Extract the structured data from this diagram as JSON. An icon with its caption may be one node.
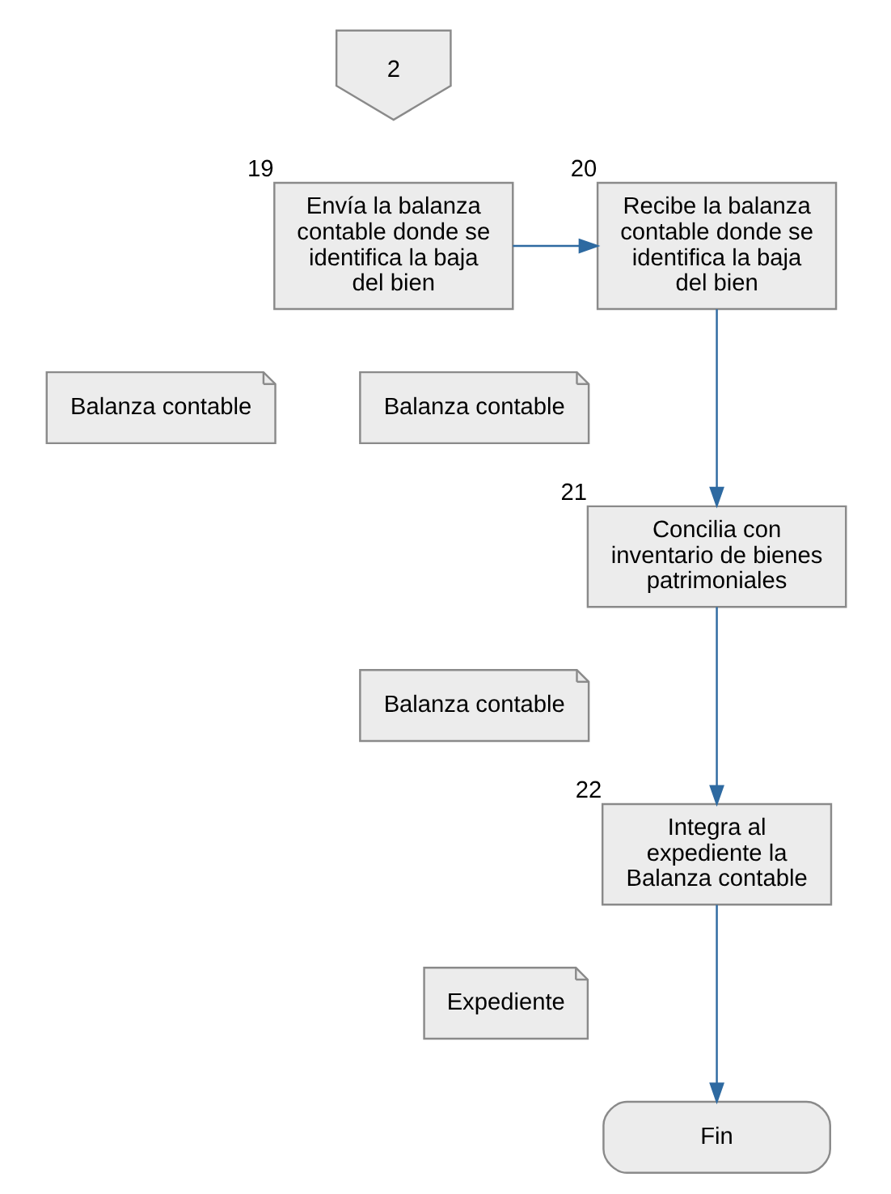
{
  "diagram": {
    "nodes": [
      {
        "text": [
          "2"
        ]
      },
      {
        "text": [
          "Envía la balanza contable donde se identifica la baja del bien"
        ],
        "beside": [
          "19"
        ]
      },
      {
        "text": [
          "Balanza contable"
        ]
      },
      {
        "text": [
          "Recibe la balanza contable donde se identifica la baja del bien"
        ],
        "beside": [
          "20"
        ]
      },
      {
        "text": [
          "Balanza contable"
        ]
      },
      {
        "text": [
          "Concilia con inventario de bienes patrimoniales"
        ],
        "beside": [
          "21"
        ]
      },
      {
        "text": [
          "Balanza contable"
        ]
      },
      {
        "text": [
          "Integra al expediente la Balanza contable"
        ],
        "beside": [
          "22"
        ]
      },
      {
        "text": [
          "Expediente"
        ]
      },
      {
        "text": [
          "Fin"
        ]
      }
    ],
    "edges": [
      {
        "from": 1,
        "to": 3,
        "arrow": "to"
      },
      {
        "from": 3,
        "to": 5,
        "arrow": "to"
      },
      {
        "from": 5,
        "to": 7,
        "arrow": "to"
      },
      {
        "from": 7,
        "to": 9,
        "arrow": "to"
      }
    ]
  }
}
